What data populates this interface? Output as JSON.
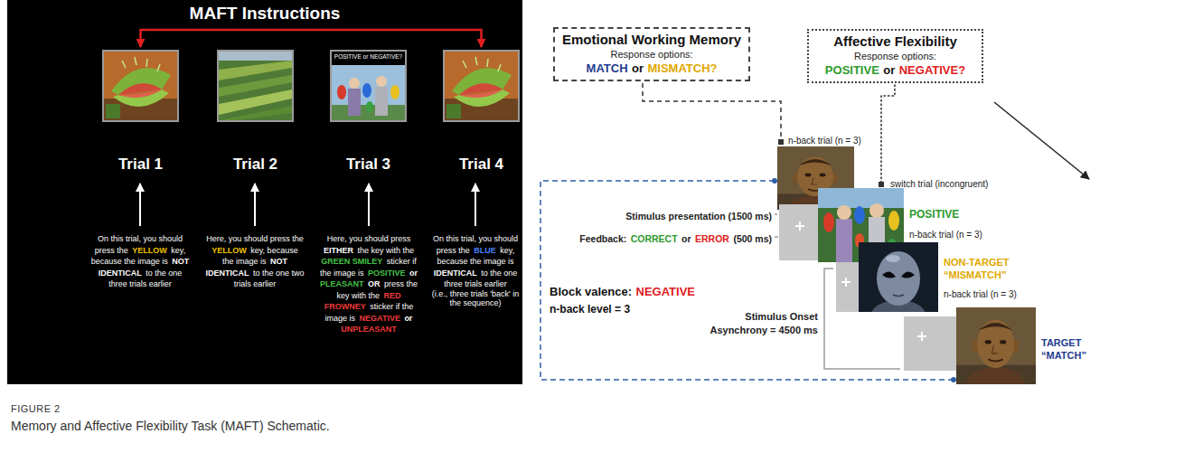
{
  "diagram": {
    "caption": "Memory and Affective Flexibility Task (MAFT) Schematic.",
    "nodes": [
      {
        "text": [
          "MAFT Instructions"
        ]
      },
      {
        "text": [
          "Trial 1"
        ],
        "in": 0
      },
      {
        "text": [
          "Trial 2"
        ],
        "in": 0
      },
      {
        "text": [
          "POSITIVE or NEGATIVE?",
          "Trial 3"
        ],
        "in": 0
      },
      {
        "text": [
          "Trial 4"
        ],
        "in": 0
      },
      {
        "text": [
          "Emotional Working Memory",
          "Response options:",
          "MATCH",
          "or",
          "MISMATCH?"
        ]
      },
      {
        "text": [
          "Affective Flexibility",
          "Response options:",
          "POSITIVE",
          "or",
          "NEGATIVE?"
        ]
      }
    ],
    "edges": [
      {
        "from": 1,
        "to": 4,
        "arrow": "both"
      }
    ],
    "labels": [
      "On this trial, you should press the",
      "YELLOW",
      "key, because the image is",
      "NOT IDENTICAL",
      "to the one three trials earlier",
      "Here, you should press the",
      "YELLOW",
      "key, because the image is",
      "NOT IDENTICAL",
      "to the one two trials earlier",
      "Here, you should press",
      "EITHER",
      "the key with the",
      "GREEN SMILEY",
      "sticker if the image is",
      "POSITIVE",
      "or",
      "PLEASANT",
      "OR",
      "press the key with the",
      "RED FROWNEY",
      "sticker if the image is",
      "NEGATIVE",
      "or",
      "UNPLEASANT",
      "On this trial, you should press the",
      "BLUE",
      "key, because the image is",
      "IDENTICAL",
      "to the one three trials earlier",
      "(i.e., three trials 'back' in the sequence)",
      "n-back trial (n = 3)",
      "switch trial (incongruent)",
      "POSITIVE",
      "n-back trial (n = 3)",
      "NON-TARGET",
      "“MISMATCH”",
      "n-back trial (n = 3)",
      "TARGET",
      "“MATCH”",
      "Stimulus presentation (1500 ms)",
      "Feedback:",
      "CORRECT",
      "or",
      "ERROR",
      "(500 ms)",
      "Block valence:",
      "NEGATIVE",
      "n-back level = 3",
      "Stimulus Onset",
      "Asynchrony = 4500 ms",
      "FIGURE 2"
    ]
  }
}
